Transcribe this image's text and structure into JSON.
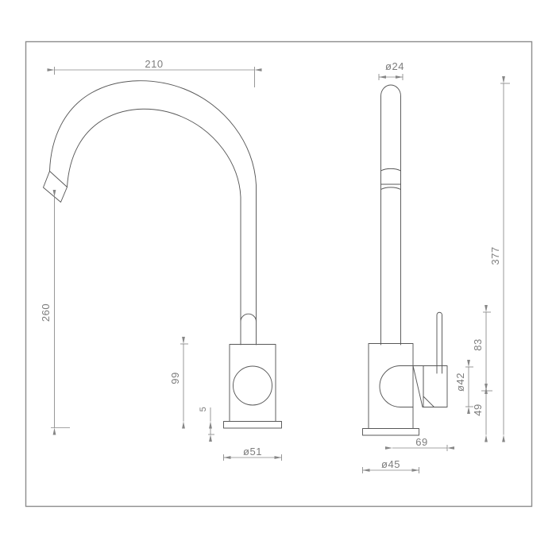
{
  "drawing": {
    "title": "Kitchen Mixer Tap Technical Drawing",
    "background_color": "#ffffff",
    "frame_color": "#8d8d8d",
    "part_line_color": "#585858",
    "dimension_color": "#868686",
    "units": "mm",
    "views": [
      {
        "name": "front-view",
        "label": "front elevation of gooseneck mixer tap"
      },
      {
        "name": "side-view",
        "label": "side elevation of gooseneck mixer tap"
      }
    ]
  },
  "dimensions": {
    "front_view": {
      "spout_reach": {
        "name": "dimension-210",
        "value": "210",
        "orientation": "horizontal"
      },
      "spout_height": {
        "name": "dimension-260",
        "value": "260",
        "orientation": "vertical"
      },
      "body_height": {
        "name": "dimension-99",
        "value": "99",
        "orientation": "vertical"
      },
      "base_thickness": {
        "name": "dimension-5",
        "value": "5",
        "orientation": "vertical"
      },
      "base_diameter": {
        "name": "dimension-d51",
        "value": "ø51",
        "orientation": "horizontal"
      }
    },
    "side_view": {
      "spout_diameter": {
        "name": "dimension-d24",
        "value": "ø24",
        "orientation": "horizontal"
      },
      "total_height": {
        "name": "dimension-377",
        "value": "377",
        "orientation": "vertical"
      },
      "upper_section": {
        "name": "dimension-83",
        "value": "83",
        "orientation": "vertical"
      },
      "lower_section": {
        "name": "dimension-49",
        "value": "49",
        "orientation": "vertical"
      },
      "cartridge_diameter": {
        "name": "dimension-d42",
        "value": "ø42",
        "orientation": "vertical"
      },
      "handle_projection": {
        "name": "dimension-69",
        "value": "69",
        "orientation": "horizontal"
      },
      "base_diameter": {
        "name": "dimension-d45",
        "value": "ø45",
        "orientation": "horizontal"
      }
    }
  }
}
